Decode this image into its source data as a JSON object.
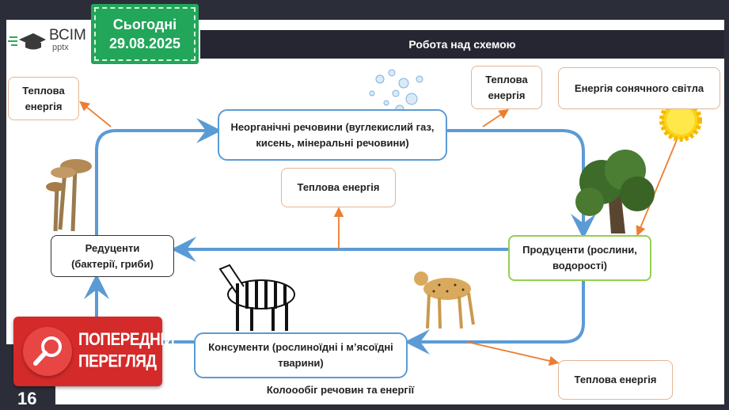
{
  "header": {
    "logo_main": "ВСІМ",
    "logo_sub": "pptx",
    "badge_line1": "Сьогодні",
    "badge_line2": "29.08.2025",
    "title": "Робота над схемою"
  },
  "nodes": {
    "inorganic": "Неорганічні речовини (вуглекислий газ, кисень, мінеральні речовини)",
    "producers": "Продуценти (рослини, водорості)",
    "decomposers": "Редуценти (бактерії, гриби)",
    "consumers": "Консументи (рослиноїдні і м’ясоїдні тварини)",
    "sunlight": "Енергія сонячного світла",
    "heat": "Теплова енергія"
  },
  "caption": "Колooобіг речовин та енергії",
  "overlay": {
    "preview_line1": "ПОПЕРЕДНІЙ",
    "preview_line2": "ПЕРЕГЛЯД",
    "slide_number": "16"
  },
  "colors": {
    "flow": "#5b9bd5",
    "energy": "#ed7d31",
    "badge": "#22a65a",
    "preview": "#d42a2a"
  }
}
